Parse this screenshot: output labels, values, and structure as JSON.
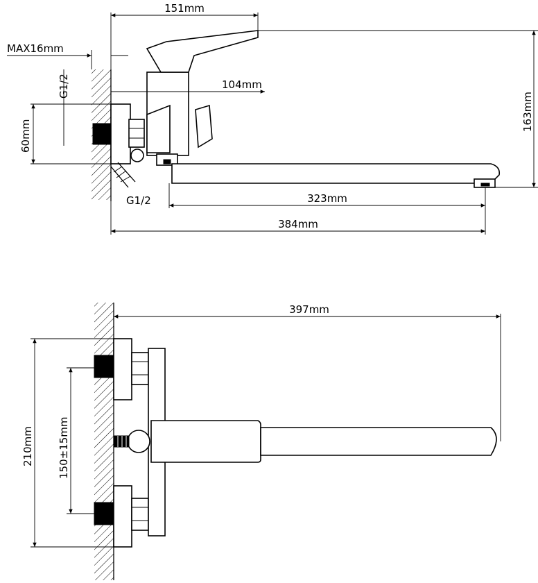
{
  "top_view": {
    "width_151": "151mm",
    "max_depth": "MAX16mm",
    "thread_top": "G1/2",
    "offset_104": "104mm",
    "height_60": "60mm",
    "height_163": "163mm",
    "thread_bottom": "G1/2",
    "spout_323": "323mm",
    "total_384": "384mm"
  },
  "bottom_view": {
    "total_397": "397mm",
    "height_210": "210mm",
    "center_distance": "150±15mm"
  }
}
